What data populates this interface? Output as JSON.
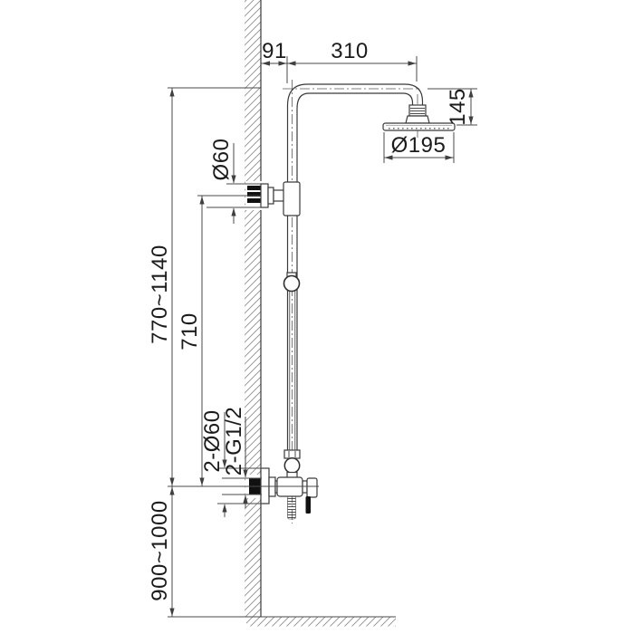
{
  "drawing": {
    "kind": "shower-column-dimension-drawing",
    "dims": {
      "arm_offset": "91",
      "arm_reach": "310",
      "head_drop": "145",
      "head_diameter": "Ø195",
      "bracket_diameter": "Ø60",
      "overall_height_range": "770~1140",
      "bracket_to_valve": "710",
      "escutcheons": "2-Ø60",
      "inlet_thread": "2-G1/2",
      "valve_height_range": "900~1000"
    },
    "colors": {
      "line": "#3a3a3a",
      "dimension_line": "#4a4a4a",
      "text": "#1b1b1b",
      "hatch": "#8f8f8f",
      "background": "#ffffff"
    }
  }
}
